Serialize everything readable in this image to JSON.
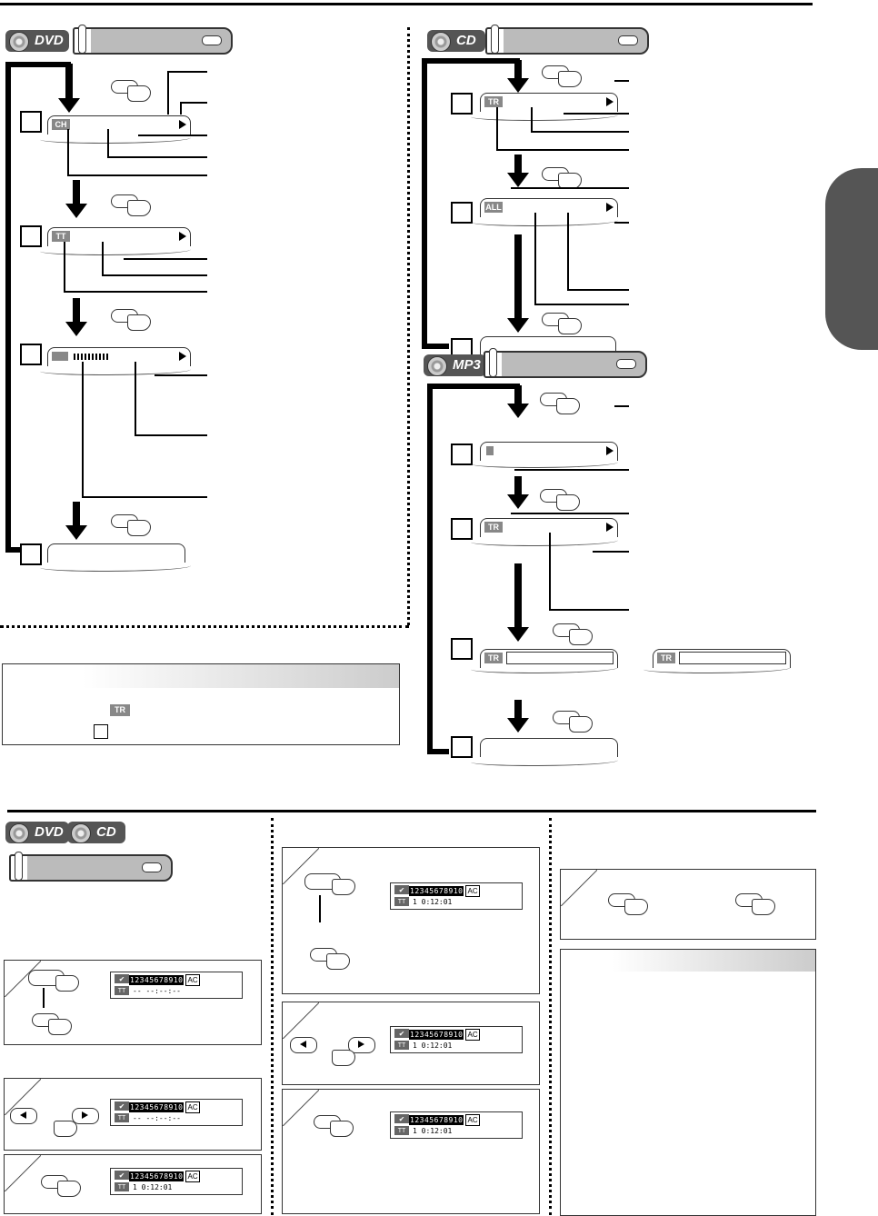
{
  "logos": {
    "dvd": "DVD",
    "cd": "CD",
    "mp3": "MP3"
  },
  "osd": {
    "ch": "CH",
    "tt": "TT",
    "tr": "TR",
    "all": "ALL"
  },
  "program": {
    "check": "✔",
    "tt": "TT",
    "digits": "12345678910",
    "ac": "AC",
    "empty_value": "-- --:--:--",
    "filled_track": "1",
    "filled_time": "0:12:01"
  },
  "colors": {
    "side_tab": "#555555",
    "logo_bg": "#555555"
  }
}
